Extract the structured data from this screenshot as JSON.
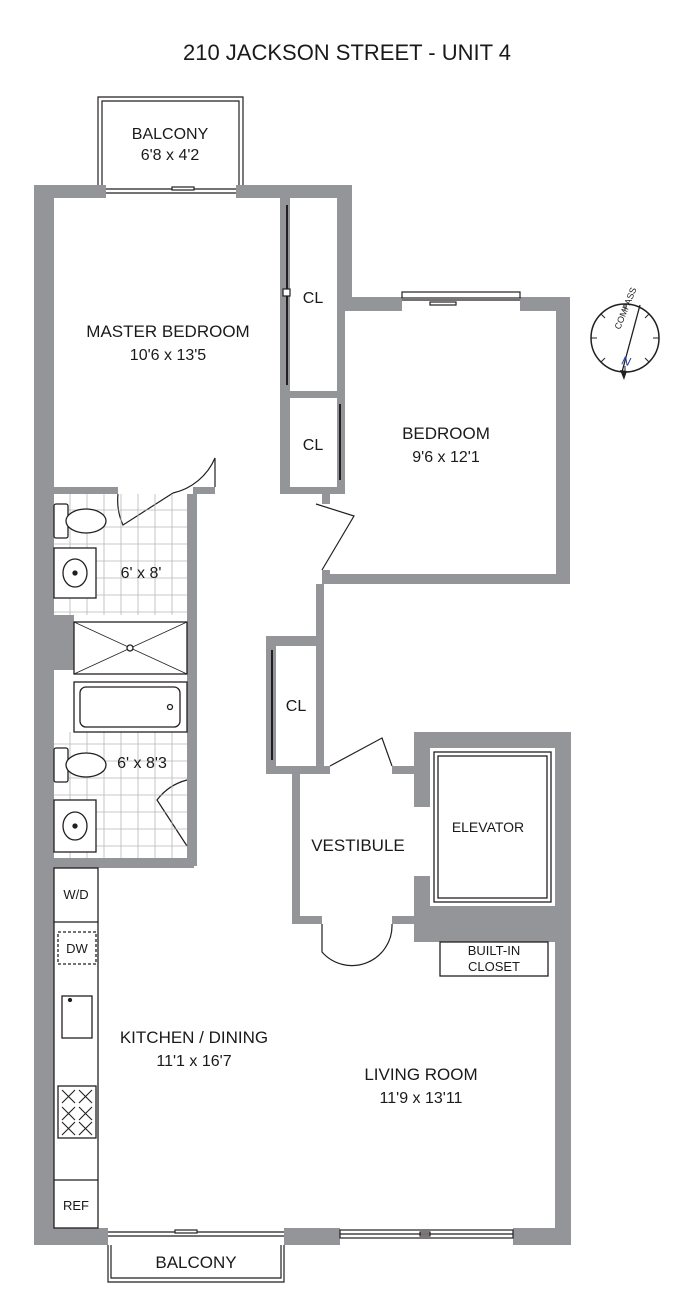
{
  "title": "210 JACKSON STREET - UNIT 4",
  "rooms": {
    "balcony_top": {
      "name": "BALCONY",
      "size": "6'8 x 4'2"
    },
    "master_bedroom": {
      "name": "MASTER BEDROOM",
      "size": "10'6 x 13'5"
    },
    "closet_master": {
      "name": "CL"
    },
    "closet_mid": {
      "name": "CL"
    },
    "closet_hall": {
      "name": "CL"
    },
    "bedroom": {
      "name": "BEDROOM",
      "size": "9'6 x 12'1"
    },
    "bath_1": {
      "size": "6' x 8'"
    },
    "bath_2": {
      "size": "6' x 8'3"
    },
    "vestibule": {
      "name": "VESTIBULE"
    },
    "elevator": {
      "name": "ELEVATOR"
    },
    "built_in_closet": {
      "line1": "BUILT-IN",
      "line2": "CLOSET"
    },
    "kitchen": {
      "name": "KITCHEN / DINING",
      "size": "11'1 x 16'7"
    },
    "living_room": {
      "name": "LIVING ROOM",
      "size": "11'9 x 13'11"
    },
    "balcony_bottom": {
      "name": "BALCONY"
    }
  },
  "appliances": {
    "washer_dryer": "W/D",
    "dishwasher": "DW",
    "refrigerator": "REF"
  },
  "compass": {
    "word": "COMPASS",
    "north": "N"
  },
  "colors": {
    "wall": "#939598",
    "line": "#231f20",
    "north": "#1f3fa0"
  }
}
